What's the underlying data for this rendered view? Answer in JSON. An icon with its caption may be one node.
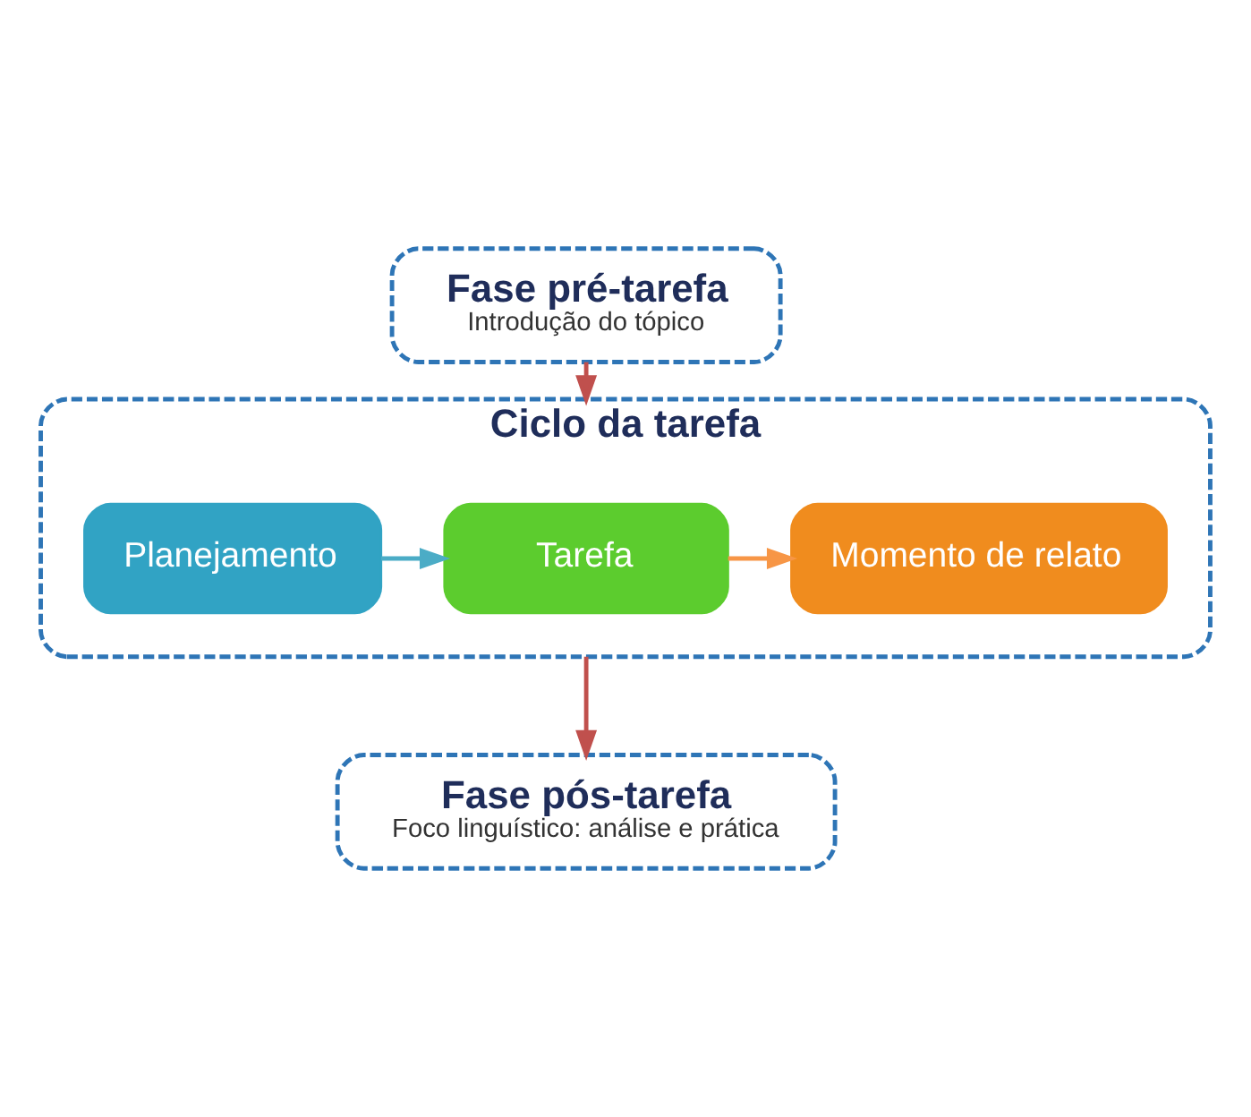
{
  "diagram": {
    "nodes": [
      {
        "text": [
          "Fase pré-tarefa",
          "Introdução do tópico"
        ]
      },
      {
        "text": [
          "Ciclo da tarefa"
        ]
      },
      {
        "text": [
          "Planejamento"
        ],
        "in": 1
      },
      {
        "text": [
          "Tarefa"
        ],
        "in": 1
      },
      {
        "text": [
          "Momento de relato"
        ],
        "in": 1
      },
      {
        "text": [
          "Fase pós-tarefa",
          "Foco linguístico: análise e prática"
        ]
      }
    ],
    "edges": [
      {
        "from": 0,
        "to": 1,
        "arrow": "to",
        "color": "#c0504d"
      },
      {
        "from": 2,
        "to": 3,
        "arrow": "to",
        "color": "#4bacc6"
      },
      {
        "from": 3,
        "to": 4,
        "arrow": "to",
        "color": "#f79646"
      },
      {
        "from": 1,
        "to": 5,
        "arrow": "to",
        "color": "#c0504d"
      }
    ]
  }
}
